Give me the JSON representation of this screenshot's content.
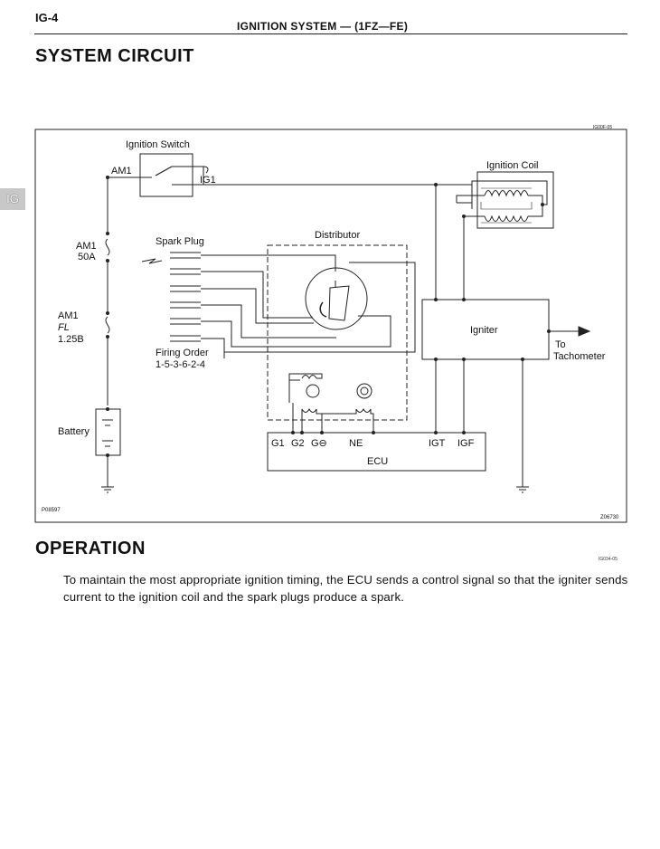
{
  "header": {
    "page_number": "IG-4",
    "running_title": "IGNITION SYSTEM — (1FZ—FE)"
  },
  "side_tab": {
    "label": "IG"
  },
  "system_circuit": {
    "title": "SYSTEM CIRCUIT",
    "diagram": {
      "top_code": "IG00F-05",
      "figure_id": "P08597",
      "figure_code": "Z06730",
      "labels": {
        "ignition_switch": "Ignition Switch",
        "am1_switch": "AM1",
        "ig1": "IG1",
        "ignition_coil": "Ignition Coil",
        "am1_fuse": "AM1",
        "am1_fuse_rating": "50A",
        "am1_fl": "AM1",
        "fl": "FL",
        "fl_rating": "1.25B",
        "spark_plug": "Spark Plug",
        "distributor": "Distributor",
        "igniter": "Igniter",
        "to": "To",
        "tachometer": "Tachometer",
        "firing_order_label": "Firing Order",
        "firing_order": "1-5-3-6-2-4",
        "battery": "Battery",
        "ecu": "ECU",
        "g1": "G1",
        "g2": "G2",
        "g_minus": "G⊖",
        "ne": "NE",
        "igt": "IGT",
        "igf": "IGF"
      }
    }
  },
  "operation": {
    "title": "OPERATION",
    "code": "IG034-05",
    "body": "To maintain the most appropriate ignition timing, the ECU sends a control signal so that the igniter sends current to the ignition coil and the spark plugs produce a spark."
  }
}
